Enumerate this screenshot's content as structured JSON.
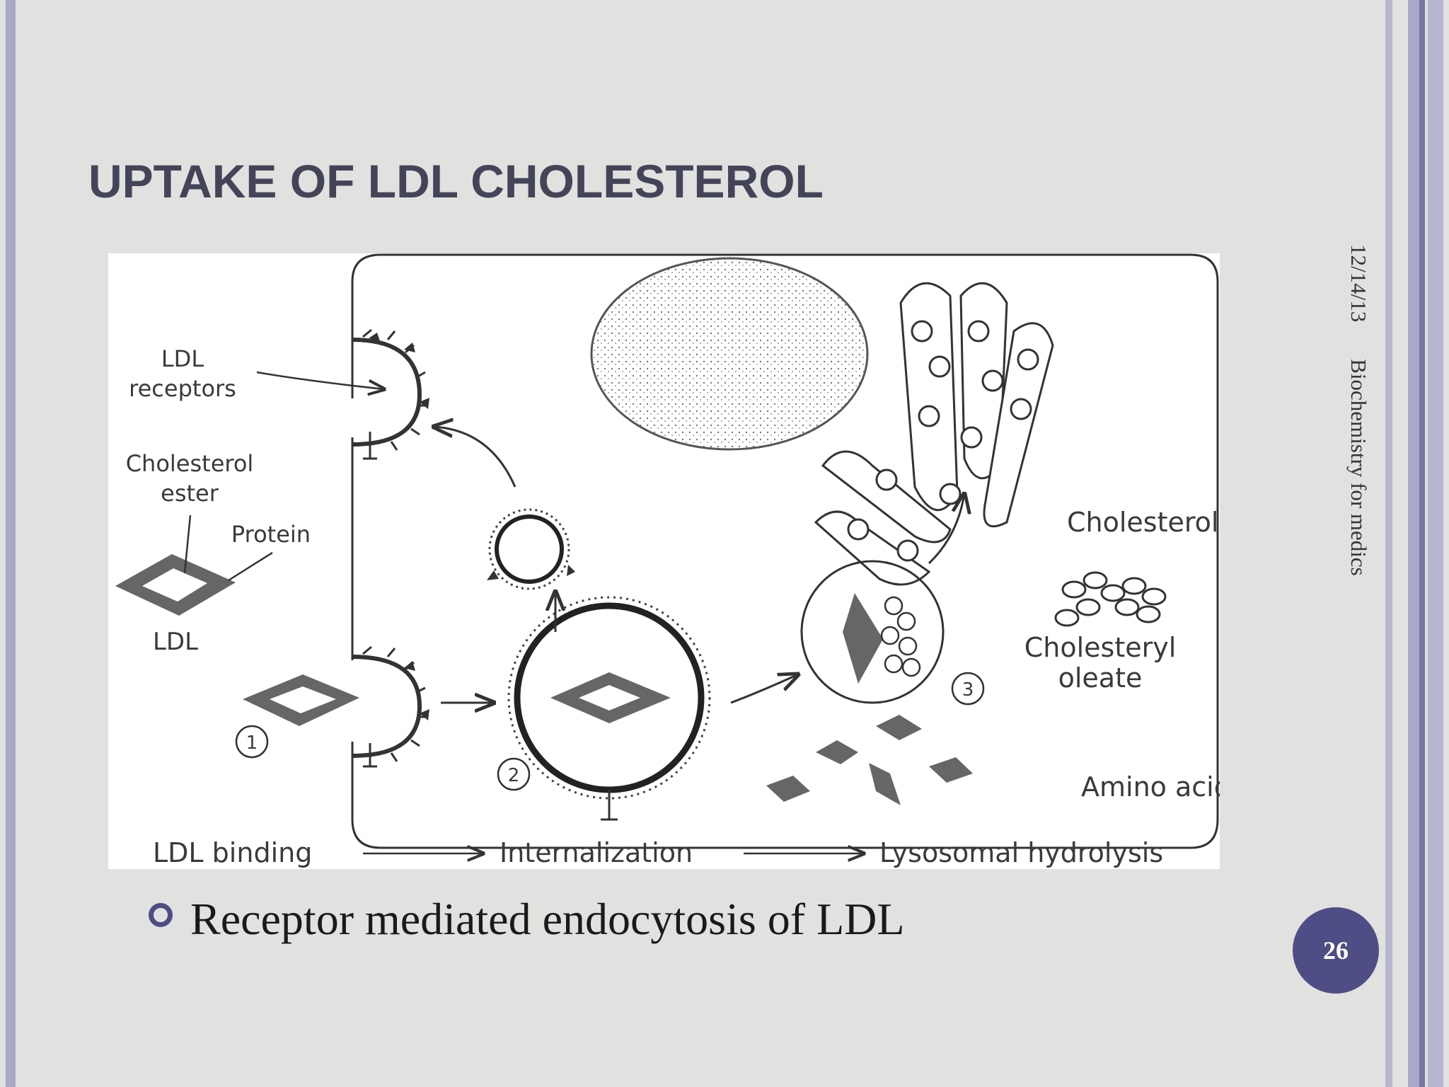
{
  "slide": {
    "title": "UPTAKE OF LDL CHOLESTEROL",
    "bullet": "Receptor mediated endocytosis of LDL",
    "date": "12/14/13",
    "footer": "Biochemistry for medics",
    "page_number": "26",
    "accent_color": "#4e4d85",
    "title_color": "#444459",
    "background_color": "#e1e2df"
  },
  "figure": {
    "labels": {
      "ldl_receptors_1": "LDL",
      "ldl_receptors_2": "receptors",
      "cholesterol_ester_1": "Cholesterol",
      "cholesterol_ester_2": "ester",
      "protein": "Protein",
      "ldl": "LDL",
      "cholesterol": "Cholesterol",
      "cholesteryl_oleate_1": "Cholesteryl",
      "cholesteryl_oleate_2": "oleate",
      "amino_acids": "Amino acids"
    },
    "steps": [
      "1",
      "2",
      "3"
    ],
    "process": [
      "LDL binding",
      "Internalization",
      "Lysosomal hydrolysis"
    ]
  }
}
